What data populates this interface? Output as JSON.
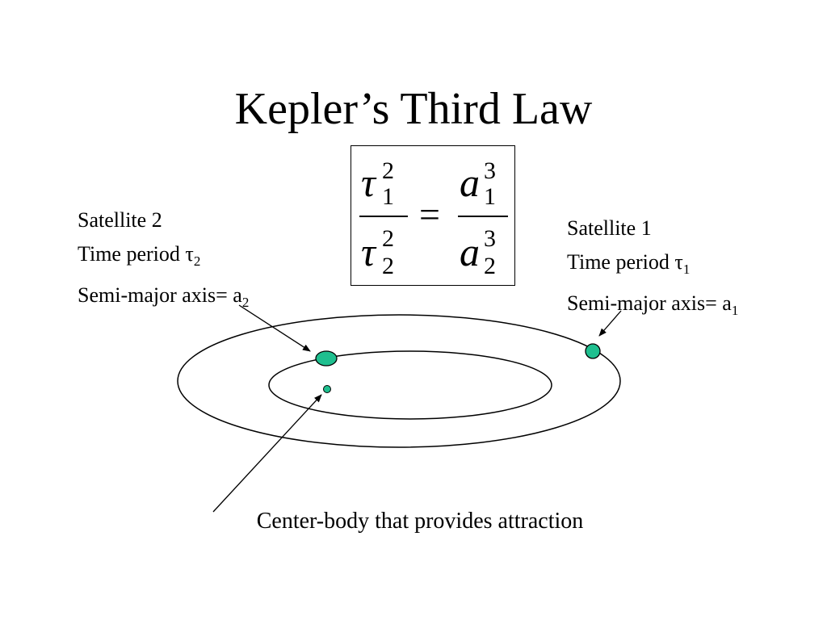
{
  "slide": {
    "title": "Kepler’s Third Law"
  },
  "formula": {
    "tau": "τ",
    "a": "a",
    "sub_1": "1",
    "sub_2": "2",
    "exp_2": "2",
    "exp_3": "3",
    "equals": "="
  },
  "satellite2": {
    "name": "Satellite 2",
    "period_text": "Time period ",
    "period_symbol": "τ",
    "period_sub": "2",
    "axis_text": "Semi-major axis= a",
    "axis_sub": "2"
  },
  "satellite1": {
    "name": "Satellite 1",
    "period_text": "Time period ",
    "period_symbol": "τ",
    "period_sub": "1",
    "axis_text": "Semi-major axis= a",
    "axis_sub": "1"
  },
  "center_body": {
    "caption": "Center-body that provides attraction"
  },
  "colors": {
    "satellite_fill": "#1fbf8f",
    "stroke": "#000000"
  }
}
